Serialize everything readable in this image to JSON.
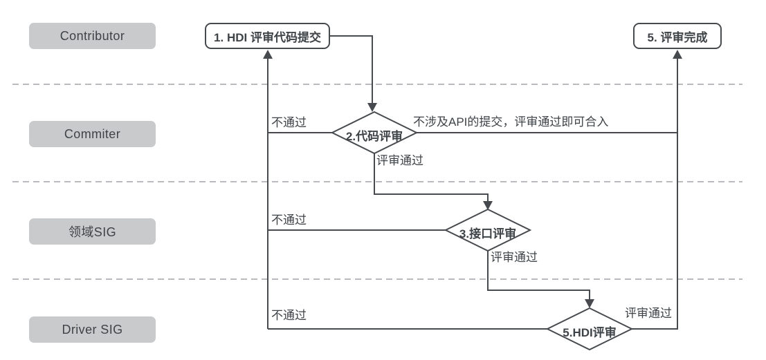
{
  "diagram_title": "HDI code review workflow",
  "colors": {
    "line": "#46494d",
    "lane_separator": "#b9babd",
    "lane_pill_bg": "#c9cacb",
    "node_fill": "#ffffff",
    "text": "#3e4347"
  },
  "lanes": [
    {
      "label": "Contributor"
    },
    {
      "label": "Commiter"
    },
    {
      "label": "领域SIG"
    },
    {
      "label": "Driver SIG"
    }
  ],
  "nodes": {
    "submit": {
      "label": "1. HDI 评审代码提交"
    },
    "code_review": {
      "label": "2.代码评审"
    },
    "interface_review": {
      "label": "3.接口评审"
    },
    "hdi_review": {
      "label": "5.HDI评审"
    },
    "complete": {
      "label": "5. 评审完成"
    }
  },
  "edges": {
    "code_review_fail": "不通过",
    "interface_review_fail": "不通过",
    "hdi_review_fail": "不通过",
    "code_review_pass": "评审通过",
    "interface_review_pass": "评审通过",
    "hdi_review_pass": "评审通过",
    "no_api_note": "不涉及API的提交，评审通过即可合入"
  }
}
